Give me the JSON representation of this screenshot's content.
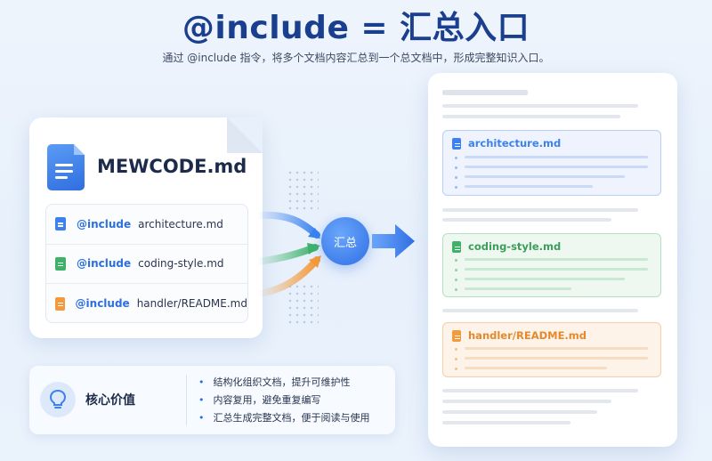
{
  "header": {
    "title": "@include = 汇总入口",
    "subtitle": "通过 @include 指令，将多个文档内容汇总到一个总文档中，形成完整知识入口。"
  },
  "source_file": {
    "name": "MEWCODE.md",
    "icon": "document-icon",
    "includes": [
      {
        "keyword": "@include",
        "file": "architecture.md",
        "color": "#3b82f0"
      },
      {
        "keyword": "@include",
        "file": "coding-style.md",
        "color": "#3fb26a"
      },
      {
        "keyword": "@include",
        "file": "handler/README.md",
        "color": "#f39a3c"
      }
    ]
  },
  "hub": {
    "label": "汇总"
  },
  "merged_doc": {
    "sections": [
      {
        "file": "architecture.md",
        "color": "#3b82f0",
        "bg": "#eef3fd",
        "border": "#b9cff5"
      },
      {
        "file": "coding-style.md",
        "color": "#3a9f5c",
        "bg": "#eef8f1",
        "border": "#b5e1c3"
      },
      {
        "file": "handler/README.md",
        "color": "#e58a2c",
        "bg": "#fdf3e9",
        "border": "#f5cfa6"
      }
    ]
  },
  "core_value": {
    "title": "核心价值",
    "icon": "lightbulb-icon",
    "points": [
      "结构化组织文档，提升可维护性",
      "内容复用，避免重复编写",
      "汇总生成完整文档，便于阅读与使用"
    ]
  }
}
